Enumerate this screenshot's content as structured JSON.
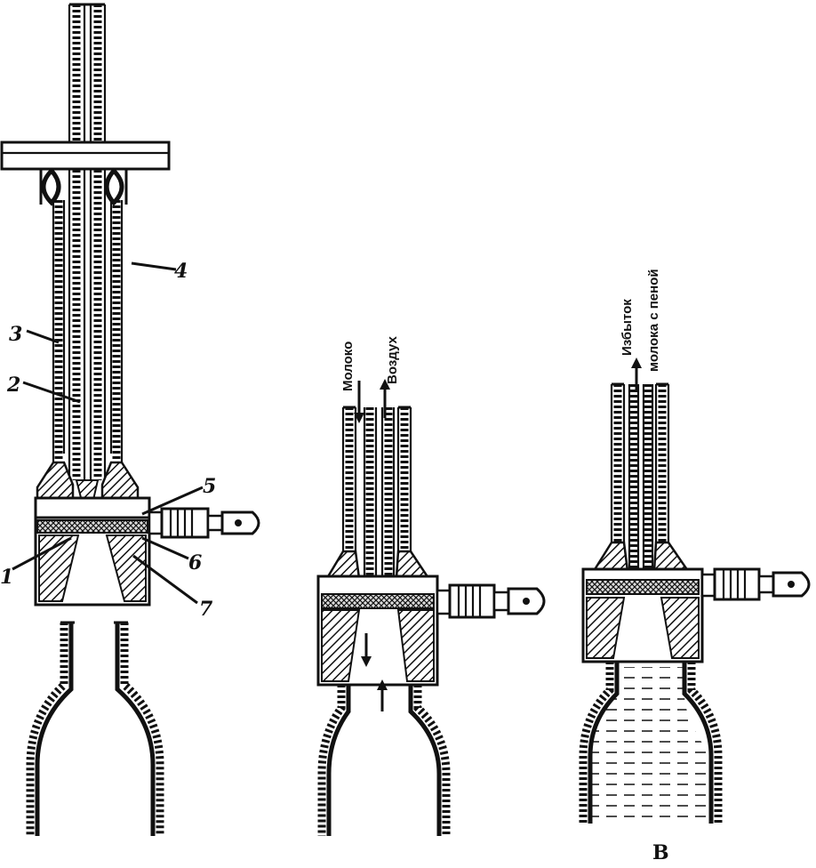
{
  "part_labels": {
    "l1": "1",
    "l2": "2",
    "l3": "3",
    "l4": "4",
    "l5": "5",
    "l6": "6",
    "l7": "7"
  },
  "flow_labels": {
    "milk": "Молоко",
    "air": "Воздух",
    "excess": "Избыток",
    "milk_foam": "молока с пеной"
  },
  "panel_letter": "B"
}
